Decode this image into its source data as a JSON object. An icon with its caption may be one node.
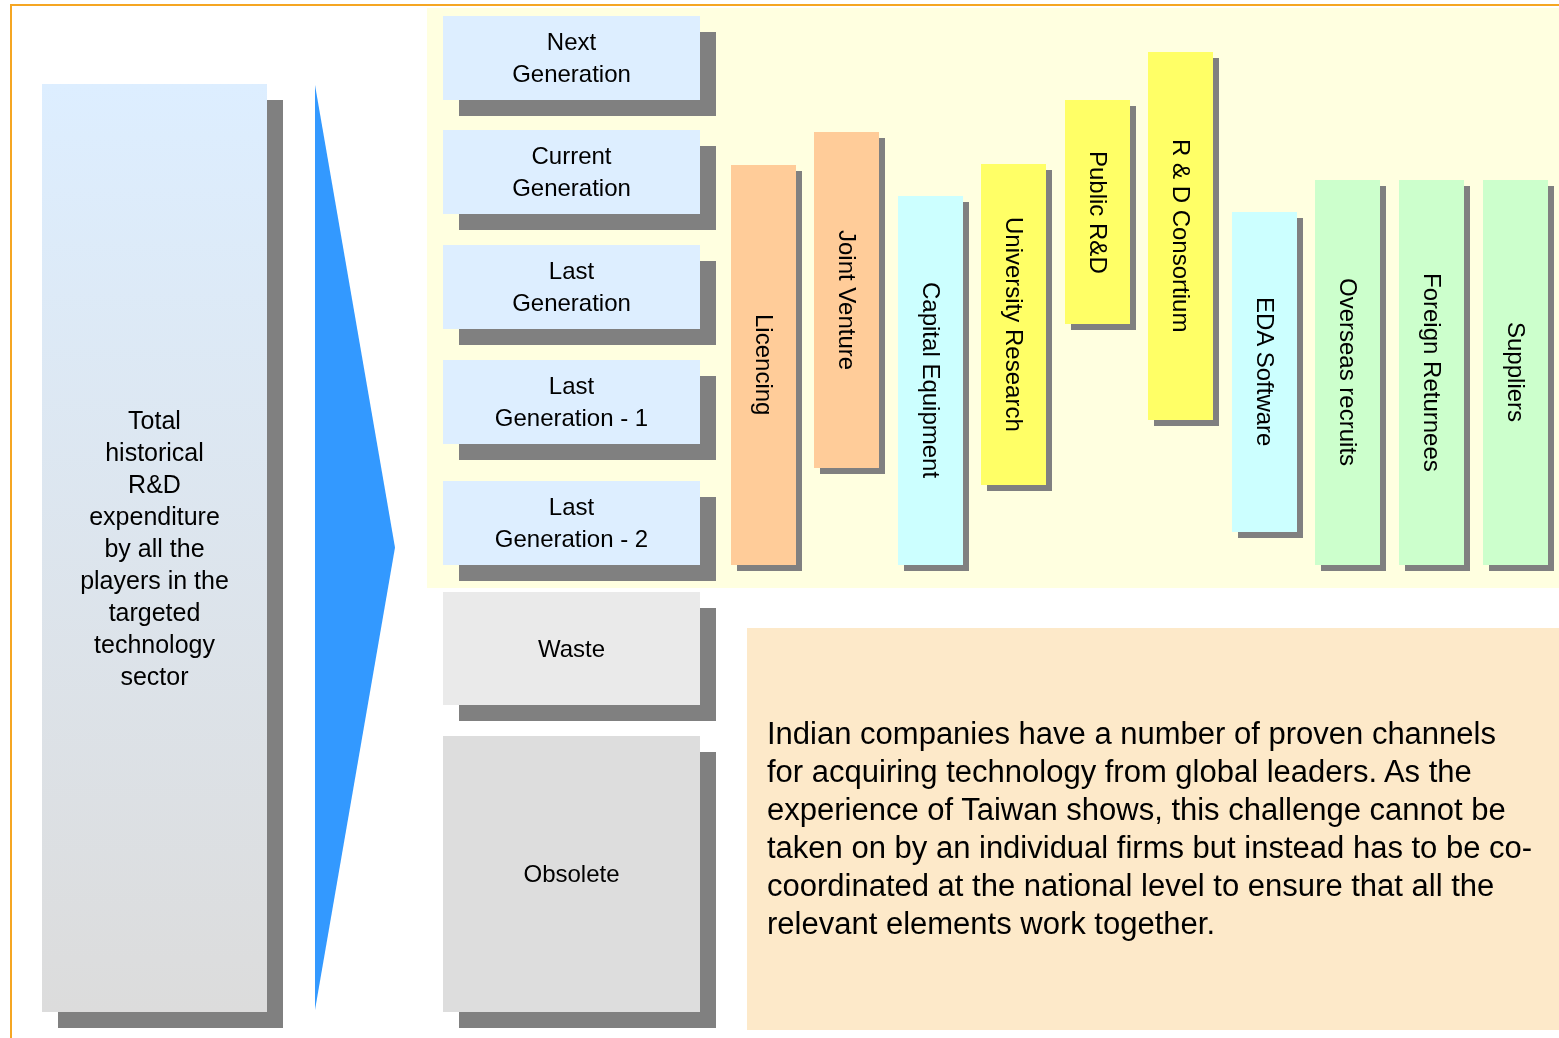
{
  "diagram": {
    "nodes": [
      {
        "text": [
          "Total historical R&D expenditure by all the players in the targeted technology sector"
        ]
      },
      {
        "text": [],
        "shape": "triangle"
      },
      {
        "text": [
          "Next Generation"
        ]
      },
      {
        "text": [
          "Current Generation"
        ]
      },
      {
        "text": [
          "Last Generation"
        ]
      },
      {
        "text": [
          "Last Generation - 1"
        ]
      },
      {
        "text": [
          "Last Generation - 2"
        ]
      },
      {
        "text": [
          "Licencing"
        ]
      },
      {
        "text": [
          "Joint Venture"
        ]
      },
      {
        "text": [
          "Capital Equipment"
        ]
      },
      {
        "text": [
          "University Research"
        ]
      },
      {
        "text": [
          "Public R&D"
        ]
      },
      {
        "text": [
          "R & D Consortium"
        ]
      },
      {
        "text": [
          "EDA Software"
        ]
      },
      {
        "text": [
          "Overseas recruits"
        ]
      },
      {
        "text": [
          "Foreign Returnees"
        ]
      },
      {
        "text": [
          "Suppliers"
        ]
      },
      {
        "text": [
          "Waste"
        ]
      },
      {
        "text": [
          "Obsolete"
        ]
      },
      {
        "text": [
          "Indian companies have a number of proven channels for acquiring technology from global leaders. As the experience of Taiwan shows, this challenge cannot be taken on by an individual firms but instead has to be co-coordinated at the national level to ensure that all the relevant elements work together."
        ]
      }
    ],
    "edges": []
  }
}
